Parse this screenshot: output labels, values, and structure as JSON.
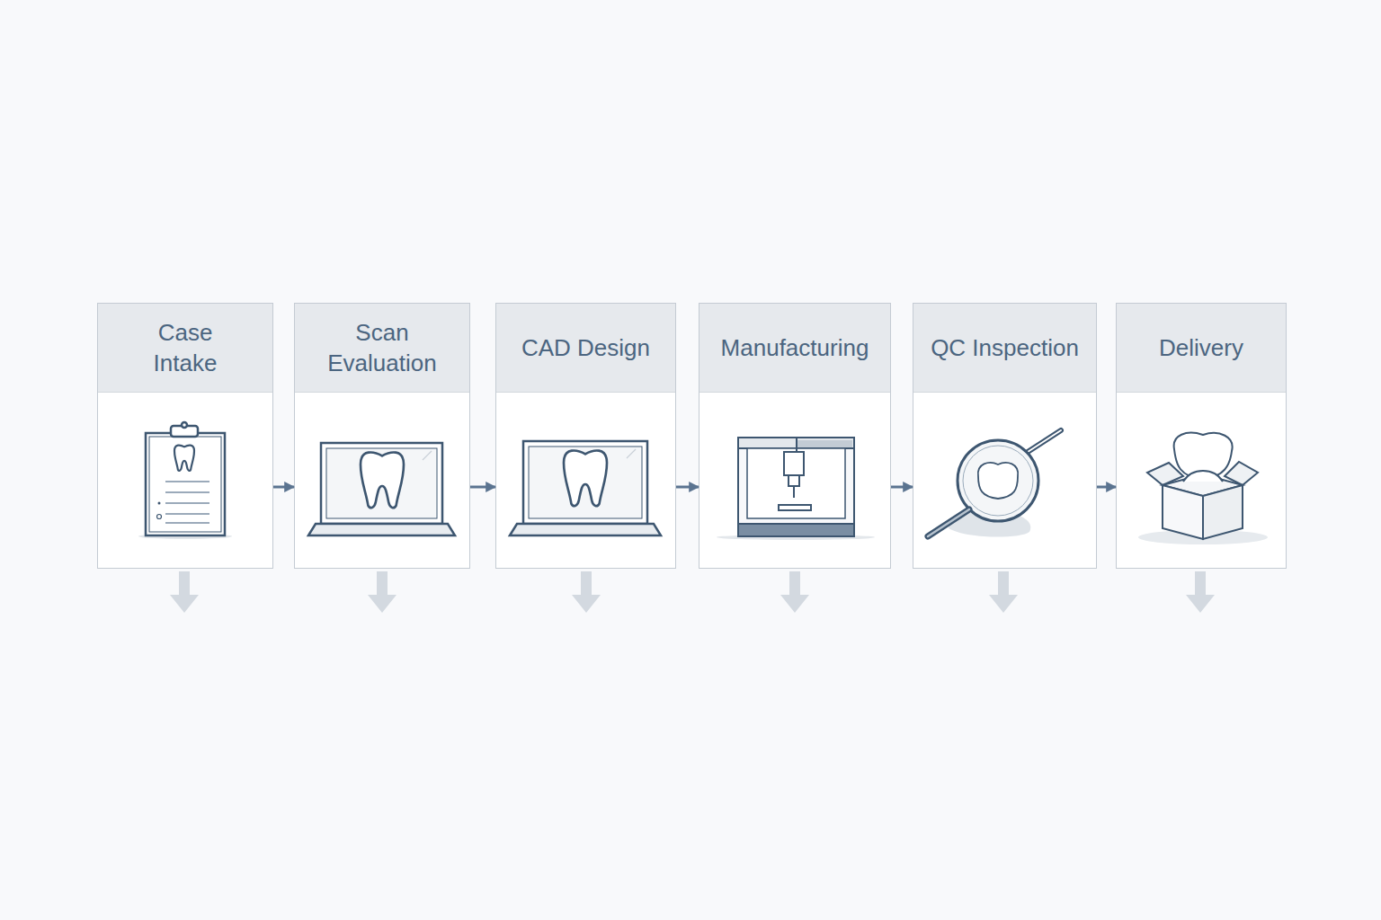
{
  "diagram": {
    "nodes": [
      {
        "text": [
          "Case Intake"
        ]
      },
      {
        "text": [
          "Scan Evaluation"
        ]
      },
      {
        "text": [
          "CAD Design"
        ]
      },
      {
        "text": [
          "Manufacturing"
        ]
      },
      {
        "text": [
          "QC Inspection"
        ]
      },
      {
        "text": [
          "Delivery"
        ]
      }
    ],
    "edges": [
      {
        "from": 0,
        "to": 1,
        "arrow": "to"
      },
      {
        "from": 1,
        "to": 2,
        "arrow": "to"
      },
      {
        "from": 2,
        "to": 3,
        "arrow": "to"
      },
      {
        "from": 3,
        "to": 4,
        "arrow": "to"
      },
      {
        "from": 4,
        "to": 5,
        "arrow": "to"
      }
    ]
  }
}
